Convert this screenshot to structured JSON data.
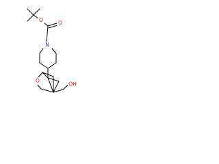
{
  "diagram": {
    "atoms": {
      "carbonyl_oxygen": {
        "label": "O",
        "color": "#ff0d0d"
      },
      "ester_oxygen": {
        "label": "O",
        "color": "#ff0d0d"
      },
      "piperidine_nitrogen": {
        "label": "N",
        "color": "#3050f8"
      },
      "ether_oxygen": {
        "label": "O",
        "color": "#ff0d0d"
      },
      "hydroxyl_oxygen": {
        "label": "OH",
        "color": "#ff0d0d"
      }
    },
    "bond_color": "#000000"
  }
}
